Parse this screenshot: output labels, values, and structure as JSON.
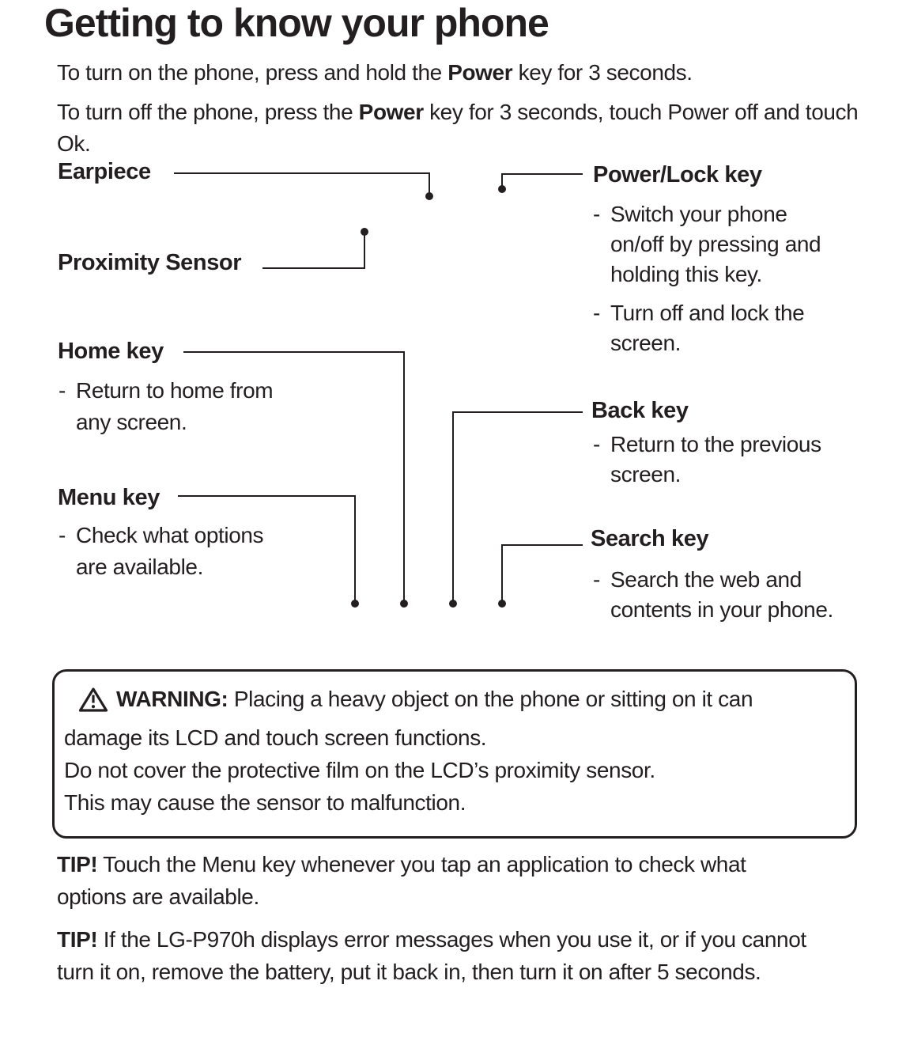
{
  "page": {
    "title": "Getting to know your phone",
    "bullet_dash": "-"
  },
  "colors": {
    "text": "#231f20",
    "background": "#ffffff"
  },
  "intro": {
    "p1": {
      "pre": "To turn on the phone, press and hold the ",
      "bold": "Power",
      "post": " key for 3 seconds."
    },
    "p2": {
      "pre": "To turn off the phone, press the ",
      "bold": "Power",
      "post": " key for 3 seconds, touch Power off and touch",
      "line2": "Ok."
    }
  },
  "callouts": {
    "earpiece": {
      "label": "Earpiece"
    },
    "proximity_sensor": {
      "label": "Proximity Sensor"
    },
    "home_key": {
      "label": "Home key",
      "bullet1": {
        "line1": "Return to home from",
        "line2": "any screen."
      }
    },
    "menu_key": {
      "label": "Menu key",
      "bullet1": {
        "line1": "Check what options",
        "line2": "are available."
      }
    },
    "power_lock_key": {
      "label": "Power/Lock key",
      "bullet1": {
        "line1": "Switch your phone",
        "line2": "on/off by pressing and",
        "line3": "holding this key."
      },
      "bullet2": {
        "line1": "Turn off and lock the",
        "line2": "screen."
      }
    },
    "back_key": {
      "label": "Back key",
      "bullet1": {
        "line1": "Return to the previous",
        "line2": "screen."
      }
    },
    "search_key": {
      "label": "Search key",
      "bullet1": {
        "line1": "Search the web and",
        "line2": "contents in your phone."
      }
    }
  },
  "warning": {
    "icon": "warning-triangle",
    "title": "WARNING:",
    "line1": "Placing a heavy object on the phone or sitting on it can",
    "line2": "damage its LCD and touch screen functions.",
    "line3": "Do not cover the protective film on the LCD’s proximity sensor.",
    "line4": "This may cause the sensor to malfunction."
  },
  "tips": [
    {
      "label": "TIP!",
      "line1": "Touch the Menu key whenever you tap an application to check what",
      "line2": "options are available."
    },
    {
      "label": "TIP!",
      "line1": "If the LG-P970h displays error messages when you use it, or if you cannot",
      "line2": "turn it on, remove the battery, put it back in, then turn it on after 5 seconds."
    }
  ]
}
